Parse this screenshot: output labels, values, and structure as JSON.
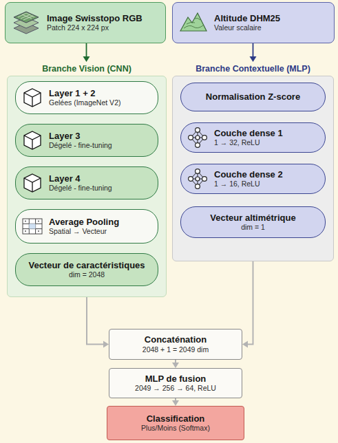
{
  "diagram": {
    "nodes": [
      {
        "text": [
          "Image Swisstopo RGB",
          "Patch 224 x 224 px"
        ]
      },
      {
        "text": [
          "Altitude DHM25",
          "Valeur scalaire"
        ]
      },
      {
        "text": [
          "Branche Vision (CNN)"
        ]
      },
      {
        "text": [
          "Layer 1 + 2",
          "Gelées (ImageNet V2)"
        ],
        "in": 2
      },
      {
        "text": [
          "Layer 3",
          "Dégelé - fine-tuning"
        ],
        "in": 2
      },
      {
        "text": [
          "Layer 4",
          "Dégelé - fine-tuning"
        ],
        "in": 2
      },
      {
        "text": [
          "Average Pooling",
          "Spatial → Vecteur"
        ],
        "in": 2
      },
      {
        "text": [
          "Vecteur de caractéristiques",
          "dim = 2048"
        ],
        "in": 2
      },
      {
        "text": [
          "Branche Contextuelle (MLP)"
        ]
      },
      {
        "text": [
          "Normalisation Z-score"
        ],
        "in": 8
      },
      {
        "text": [
          "Couche dense 1",
          "1 → 32, ReLU"
        ],
        "in": 8
      },
      {
        "text": [
          "Couche dense 2",
          "1 → 16, ReLU"
        ],
        "in": 8
      },
      {
        "text": [
          "Vecteur altimétrique",
          "dim = 1"
        ],
        "in": 8
      },
      {
        "text": [
          "Concaténation",
          "2048 + 1 = 2049 dim"
        ]
      },
      {
        "text": [
          "MLP de fusion",
          "2049 → 256 → 64, ReLU"
        ]
      },
      {
        "text": [
          "Classification",
          "Plus/Moins (Softmax)"
        ]
      }
    ],
    "edges": [
      {
        "from": 0,
        "to": 2,
        "arrow": "to"
      },
      {
        "from": 1,
        "to": 8,
        "arrow": "to"
      },
      {
        "from": 3,
        "to": 4,
        "arrow": "to"
      },
      {
        "from": 4,
        "to": 5,
        "arrow": "to"
      },
      {
        "from": 5,
        "to": 6,
        "arrow": "to"
      },
      {
        "from": 6,
        "to": 7,
        "arrow": "to"
      },
      {
        "from": 9,
        "to": 10,
        "arrow": "to"
      },
      {
        "from": 10,
        "to": 11,
        "arrow": "to"
      },
      {
        "from": 11,
        "to": 12,
        "arrow": "to"
      },
      {
        "from": 2,
        "to": 13,
        "arrow": "to"
      },
      {
        "from": 8,
        "to": 13,
        "arrow": "to"
      },
      {
        "from": 13,
        "to": 14,
        "arrow": "to"
      },
      {
        "from": 14,
        "to": 15,
        "arrow": "to"
      }
    ]
  }
}
